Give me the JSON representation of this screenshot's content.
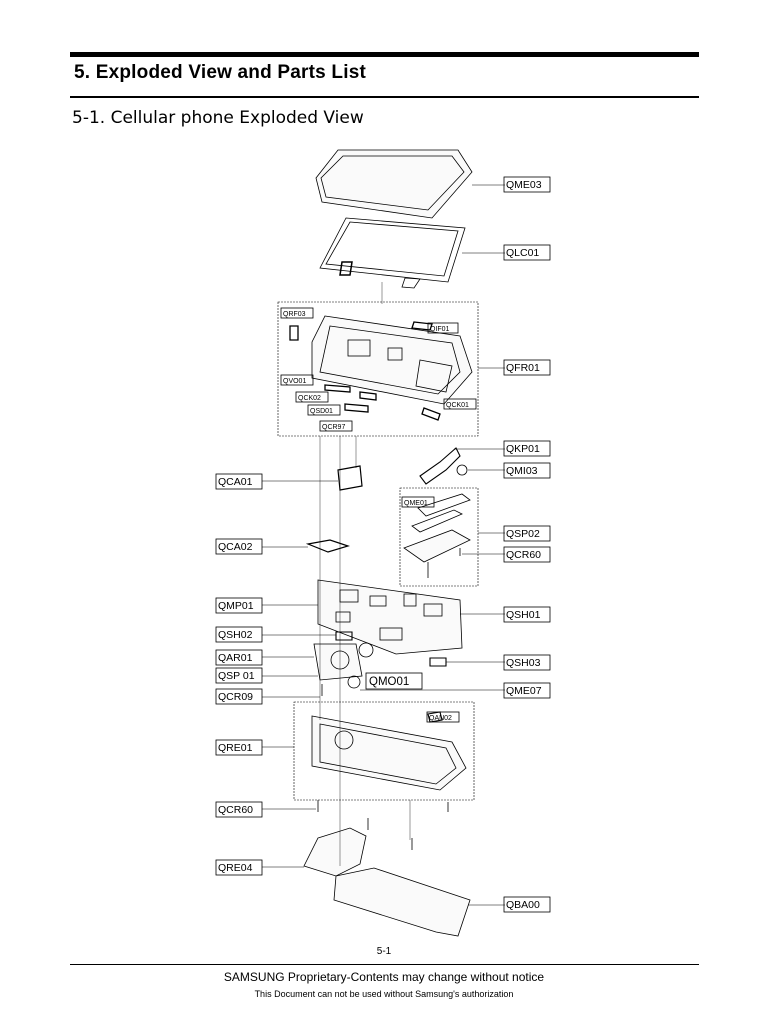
{
  "document": {
    "section_title": "5. Exploded View and Parts List",
    "subsection_title": "5-1. Cellular phone Exploded View",
    "page_number": "5-1",
    "footer_line1": "SAMSUNG Proprietary-Contents may change without notice",
    "footer_line2": "This Document can not be used without Samsung's authorization"
  },
  "diagram": {
    "callouts_left": [
      "QCA01",
      "QCA02",
      "QMP01",
      "QSH02",
      "QAR01",
      "QSP 01",
      "QCR09",
      "QRE01",
      "QCR60",
      "QRE04"
    ],
    "callouts_right": [
      "QME03",
      "QLC01",
      "QFR01",
      "QKP01",
      "QMI03",
      "QSP02",
      "QCR60",
      "QSH01",
      "QSH03",
      "QME07",
      "QBA00"
    ],
    "callouts_center": [
      "QMO01"
    ],
    "callouts_small": [
      "QRF03",
      "QIF01",
      "QVO01",
      "QCK02",
      "QSD01",
      "QCR97",
      "QCK01",
      "QME01",
      "QAN02"
    ]
  }
}
